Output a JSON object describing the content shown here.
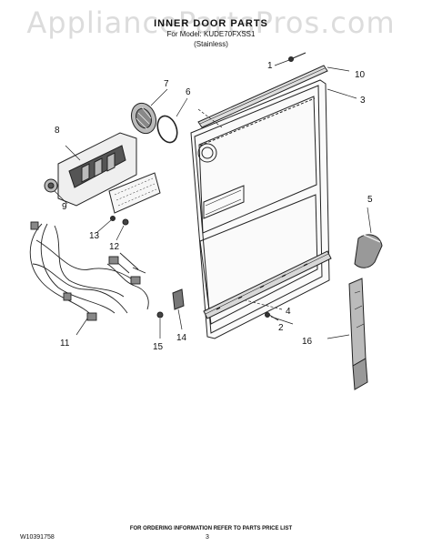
{
  "watermark": "AppliancePartsPros.com",
  "header": {
    "title": "INNER DOOR PARTS",
    "model_line": "For Model: KUDE70FXSS1",
    "variant": "(Stainless)"
  },
  "callouts": [
    "1",
    "2",
    "3",
    "4",
    "5",
    "6",
    "7",
    "8",
    "9",
    "10",
    "11",
    "12",
    "13",
    "14",
    "15",
    "16"
  ],
  "footer": {
    "note": "FOR ORDERING INFORMATION REFER TO PARTS PRICE LIST",
    "doc_number": "W10391758",
    "page_number": "3"
  }
}
